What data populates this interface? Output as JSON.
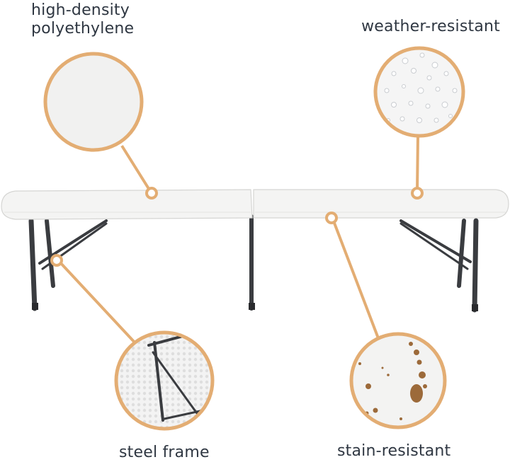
{
  "features": {
    "high_density": {
      "line1": "high-density",
      "line2": "polyethylene"
    },
    "weather": "weather-resistant",
    "steel": "steel frame",
    "stain": "stain-resistant"
  },
  "colors": {
    "accent": "#e3ad73",
    "table_top": "#f4f4f3",
    "legs": "#3a3c40",
    "text": "#2f3742"
  }
}
